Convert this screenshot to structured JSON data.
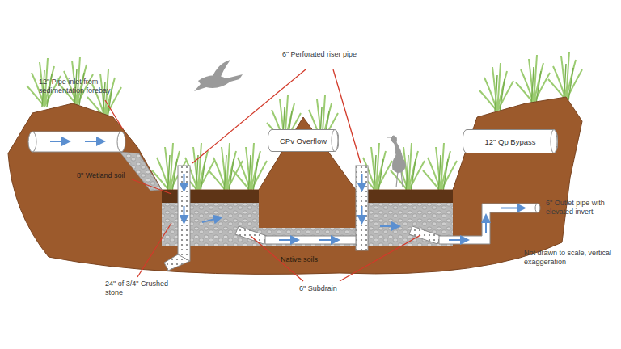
{
  "diagram": {
    "nodes": [
      {
        "text": [
          "CPv Overflow"
        ]
      },
      {
        "text": [
          "12\" Qp Bypass"
        ]
      }
    ],
    "labels": [
      "12\" Pipe inlet from sedimentation forebay",
      "6\" Perforated riser pipe",
      "8\" Wetland soil",
      "24\" of 3/4\" Crushed stone",
      "Native soils",
      "6\" Subdrain",
      "6\" Outlet pipe with elevated invert",
      "Not drawn to scale, vertical exaggeration"
    ]
  }
}
